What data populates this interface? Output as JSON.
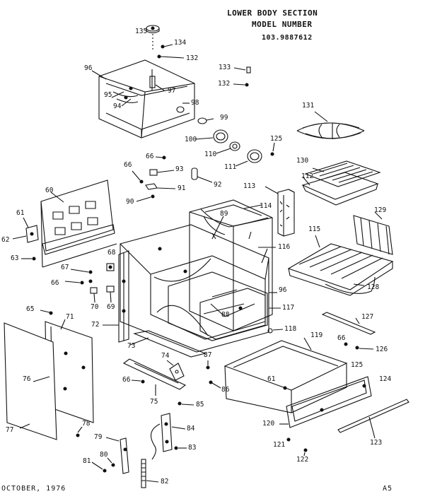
{
  "header": {
    "title": "LOWER BODY SECTION",
    "subtitle": "MODEL NUMBER",
    "model": "103.9887612"
  },
  "footer": {
    "date": "OCTOBER, 1976",
    "page": "A5"
  },
  "callouts": {
    "p135": "135",
    "p134": "134",
    "p132a": "132",
    "p96a": "96",
    "p97": "97",
    "p95": "95",
    "p94": "94",
    "p98": "98",
    "p133": "133",
    "p132b": "132",
    "p99": "99",
    "p100": "100",
    "p110": "110",
    "p111": "111",
    "p125a": "125",
    "p131": "131",
    "p130": "130",
    "p112": "112",
    "p113": "113",
    "p114": "114",
    "p66a": "66",
    "p93": "93",
    "p66b": "66",
    "p91": "91",
    "p92": "92",
    "p90": "90",
    "p60": "60",
    "p61a": "61",
    "p62": "62",
    "p63": "63",
    "p89": "89",
    "p129": "129",
    "p115": "115",
    "p116": "116",
    "p68": "68",
    "p67": "67",
    "p66c": "66",
    "p70": "70",
    "p69": "69",
    "p96b": "96",
    "p117": "117",
    "p128": "128",
    "p88": "88",
    "p65": "65",
    "p71": "71",
    "p72": "72",
    "p118": "118",
    "p127": "127",
    "p73": "73",
    "p119": "119",
    "p66d": "66",
    "p126": "126",
    "p74": "74",
    "p87": "87",
    "p76": "76",
    "p125b": "125",
    "p61b": "61",
    "p124": "124",
    "p66e": "66",
    "p86": "86",
    "p75": "75",
    "p85": "85",
    "p78": "78",
    "p120": "120",
    "p77": "77",
    "p84": "84",
    "p79": "79",
    "p121": "121",
    "p123": "123",
    "p83": "83",
    "p80": "80",
    "p122": "122",
    "p81": "81",
    "p82": "82"
  }
}
